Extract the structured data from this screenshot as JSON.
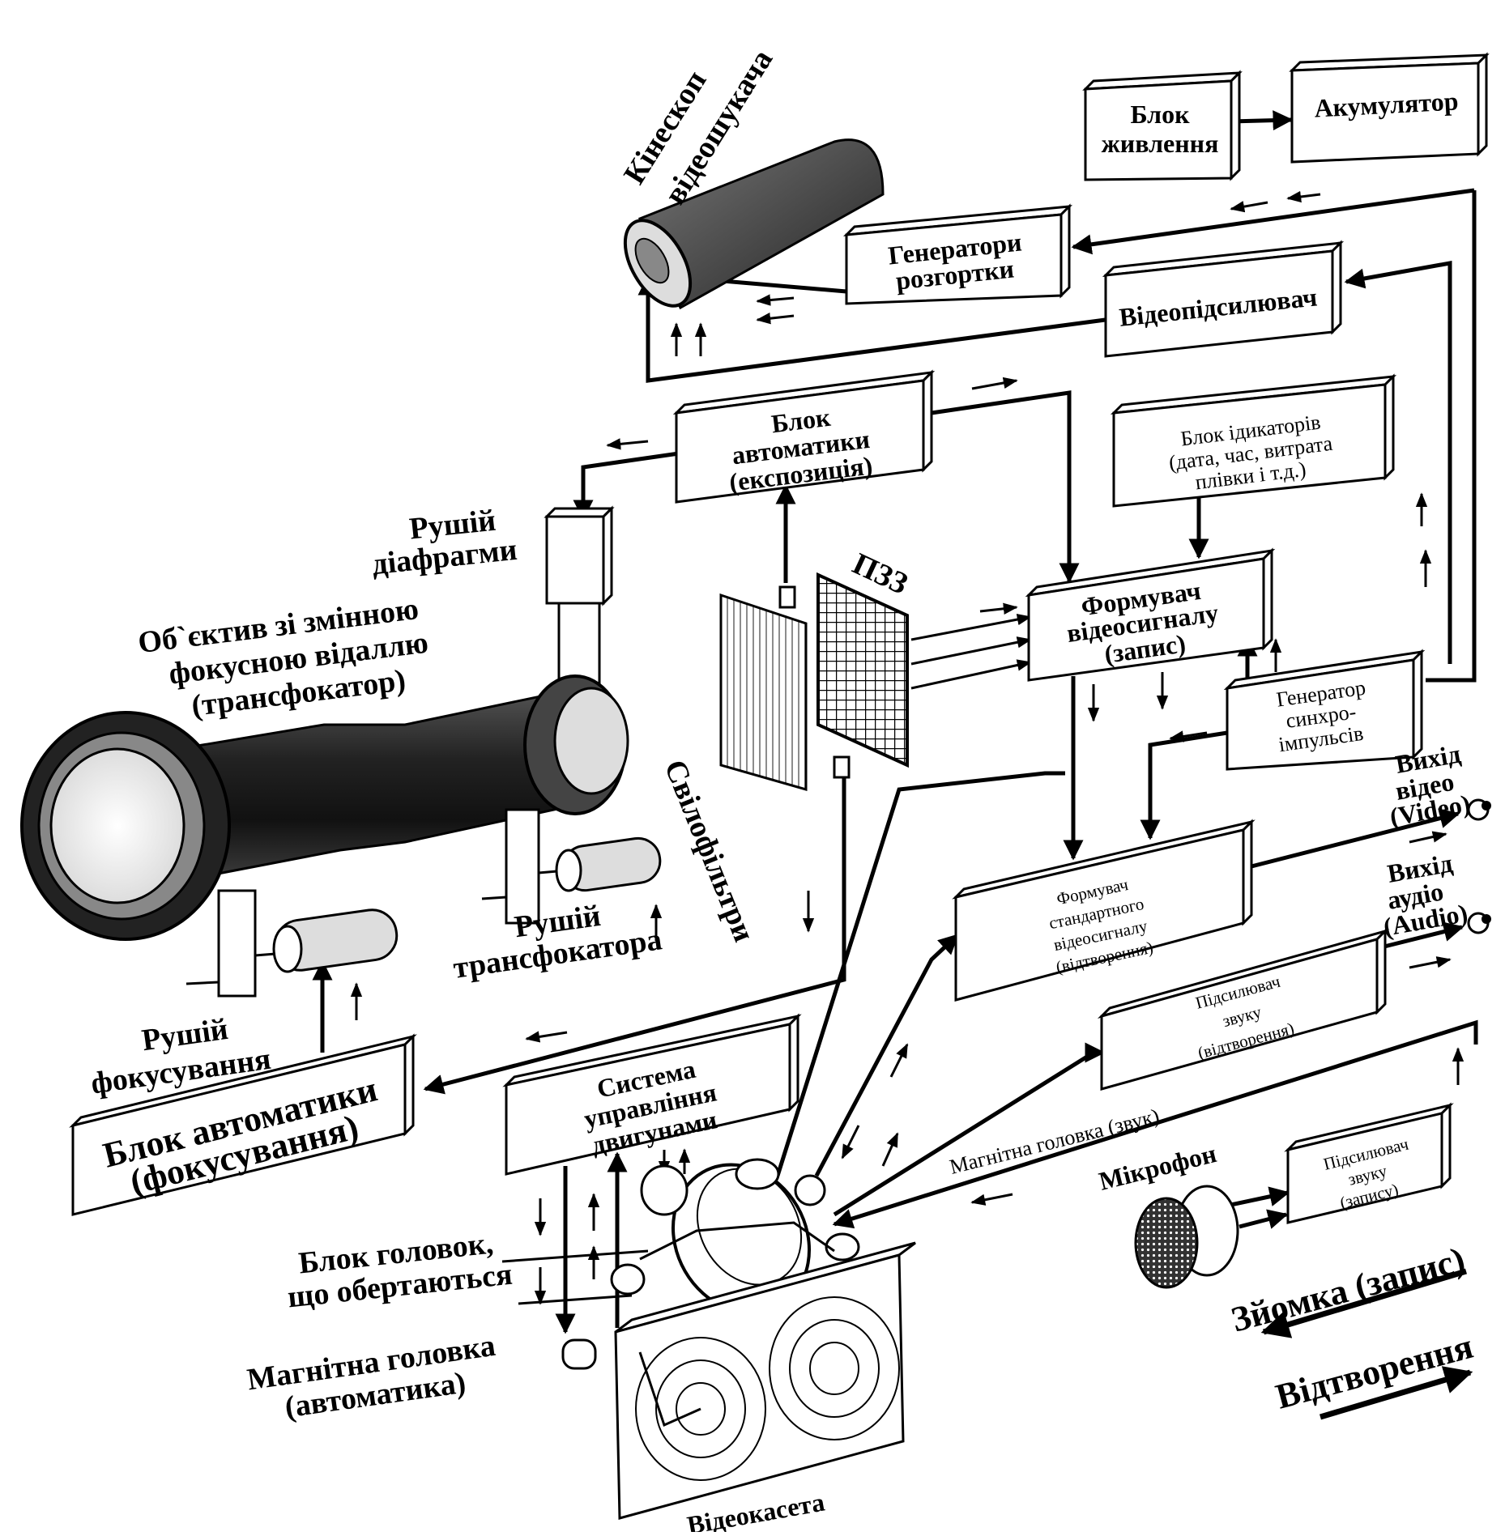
{
  "blocks": {
    "power_unit": [
      "Блок",
      "живлення"
    ],
    "battery": [
      "Акумулятор"
    ],
    "kinescope": [
      "Кінескоп",
      "відеошукача"
    ],
    "sweep_generators": [
      "Генератори",
      "розгортки"
    ],
    "video_amplifier": [
      "Відеопідсилювач"
    ],
    "auto_exposure": [
      "Блок",
      "автоматики",
      "(експозиція)"
    ],
    "indicators": [
      "Блок ідикаторів",
      "(дата, час, витрата",
      "плівки і т.д.)"
    ],
    "aperture_drive": [
      "Рушій",
      "діафрагми"
    ],
    "zoom_lens": [
      "Об`єктив зі змінною",
      "фокусною відаллю",
      "(трансфокатор)"
    ],
    "ccd": [
      "ПЗЗ"
    ],
    "light_filters": [
      "Свілофільтри"
    ],
    "video_former_rec": [
      "Формувач",
      "відеосигналу",
      "(запис)"
    ],
    "sync_generator": [
      "Генератор",
      "синхро-",
      "імпульсів"
    ],
    "video_out": [
      "Вихід",
      "відео",
      "(Video)"
    ],
    "standard_video_former": [
      "Формувач",
      "стандартного",
      "відеосигналу",
      "(відтворення)"
    ],
    "audio_out": [
      "Вихід",
      "аудіо",
      "(Audio)"
    ],
    "zoom_drive": [
      "Рушій",
      "трансфокатора"
    ],
    "focus_drive": [
      "Рушій",
      "фокусування"
    ],
    "audio_amp_play": [
      "Підсилювач",
      "звуку",
      "(відтворення)"
    ],
    "focus_auto": [
      "Блок автоматики",
      "(фокусування)"
    ],
    "motor_control": [
      "Система",
      "управління",
      "двигунами"
    ],
    "magnetic_head_sound": [
      "Магнітна головка (звук)"
    ],
    "microphone": [
      "Мікрофон"
    ],
    "audio_amp_rec": [
      "Підсилювач",
      "звуку",
      "(запису)"
    ],
    "rotating_heads": [
      "Блок головок,",
      "що обертаються"
    ],
    "magnetic_head_auto": [
      "Магнітна головка",
      "(автоматика)"
    ],
    "videocassette": [
      "Відеокасета"
    ]
  },
  "legend": {
    "recording": "Зйомка (запис)",
    "playback": "Відтворення"
  }
}
